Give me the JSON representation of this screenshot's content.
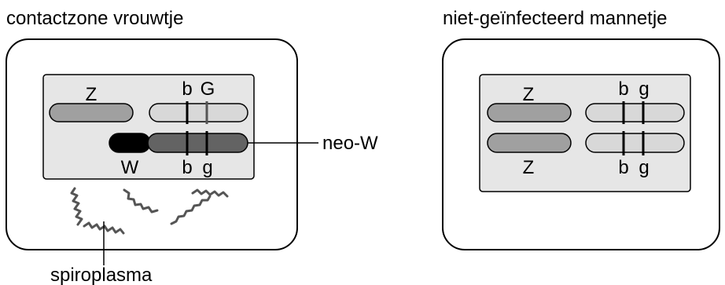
{
  "cells": {
    "left": {
      "title": "contactzone vrouwtje",
      "labels": {
        "z_top": "Z",
        "w": "W",
        "b_top": "b",
        "g_top": "G",
        "b_bottom": "b",
        "g_bottom": "g",
        "neo_w": "neo-W",
        "spiroplasma": "spiroplasma"
      }
    },
    "right": {
      "title": "niet-geïnfecteerd mannetje",
      "labels": {
        "z_top": "Z",
        "z_bottom": "Z",
        "b_top": "b",
        "g_top": "g",
        "b_bottom": "b",
        "g_bottom": "g"
      }
    }
  },
  "colors": {
    "chromosome_mid": "#a0a0a0",
    "chromosome_light": "#d8d8d8",
    "chromosome_dark": "#636363",
    "w_chromosome": "#000000",
    "nucleus_fill": "#e6e6e6",
    "spiroplasma": "#555555"
  }
}
